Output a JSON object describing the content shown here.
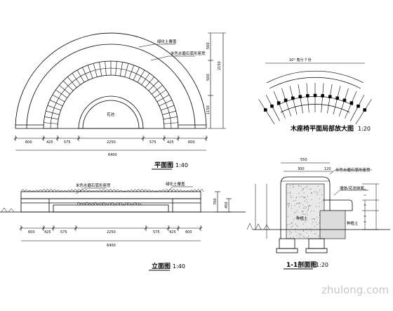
{
  "drawing": {
    "plan": {
      "title": "平面图",
      "scale": "1:40",
      "notes": [
        "绿化土覆盖",
        "米色水磨石弧形座凳",
        "花池"
      ],
      "bottom_dims": [
        "600",
        "425",
        "575",
        "2250",
        "575",
        "425",
        "600"
      ],
      "overall_dim": "6400",
      "side_dims": [
        "2150",
        "500",
        "500",
        "1150"
      ]
    },
    "detail": {
      "title": "木座椅平面局部放大图",
      "scale": "1:20",
      "angle_label": "10° 角分 7 份"
    },
    "elevation": {
      "title": "立面图",
      "scale": "1:40",
      "notes": [
        "米色水磨石弧形座凳",
        "绿化土覆盖"
      ],
      "bottom_dims": [
        "600",
        "425",
        "575",
        "2250",
        "575",
        "425",
        "600"
      ],
      "overall_dim": "6400",
      "side_dims": [
        "700",
        "450"
      ]
    },
    "section": {
      "title": "1-1剖面图",
      "scale": "1:20",
      "notes": [
        "米色水磨石弧形座凳",
        "墙体/花池抹面",
        "种植土",
        "种植土"
      ],
      "top_dims": [
        "550",
        "300",
        "120"
      ]
    },
    "watermark": "zhulong.com"
  }
}
